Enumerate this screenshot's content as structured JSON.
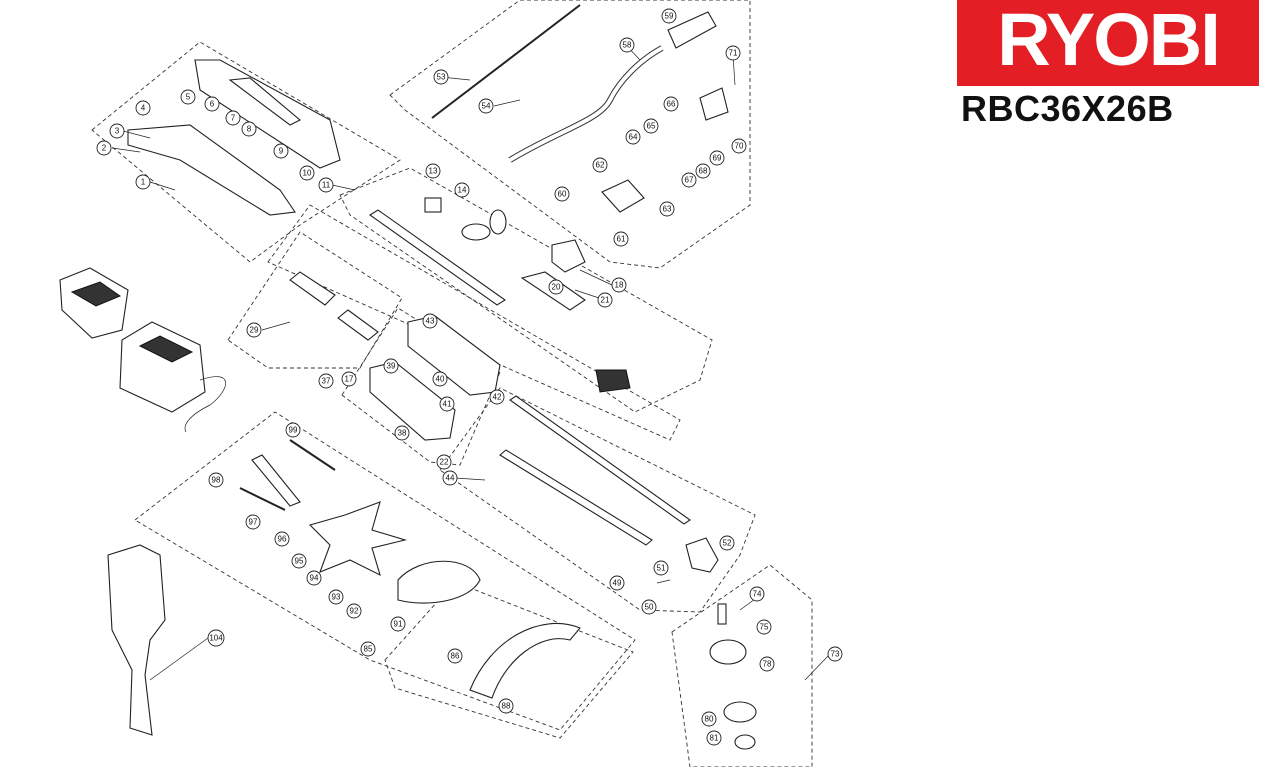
{
  "brand": {
    "name": "RYOBI",
    "color": "#e31e24",
    "text_color": "#ffffff"
  },
  "model": "RBC36X26B",
  "part_callouts": [
    "1",
    "2",
    "3",
    "4",
    "5",
    "6",
    "7",
    "8",
    "9",
    "10",
    "11",
    "13",
    "14",
    "17",
    "18",
    "20",
    "21",
    "22",
    "29",
    "37",
    "38",
    "39",
    "40",
    "41",
    "42",
    "43",
    "44",
    "49",
    "50",
    "51",
    "52",
    "53",
    "54",
    "58",
    "59",
    "60",
    "61",
    "62",
    "63",
    "64",
    "65",
    "66",
    "67",
    "68",
    "69",
    "70",
    "71",
    "73",
    "74",
    "75",
    "78",
    "80",
    "81",
    "85",
    "86",
    "88",
    "91",
    "92",
    "93",
    "94",
    "95",
    "96",
    "97",
    "98",
    "99",
    "104"
  ]
}
